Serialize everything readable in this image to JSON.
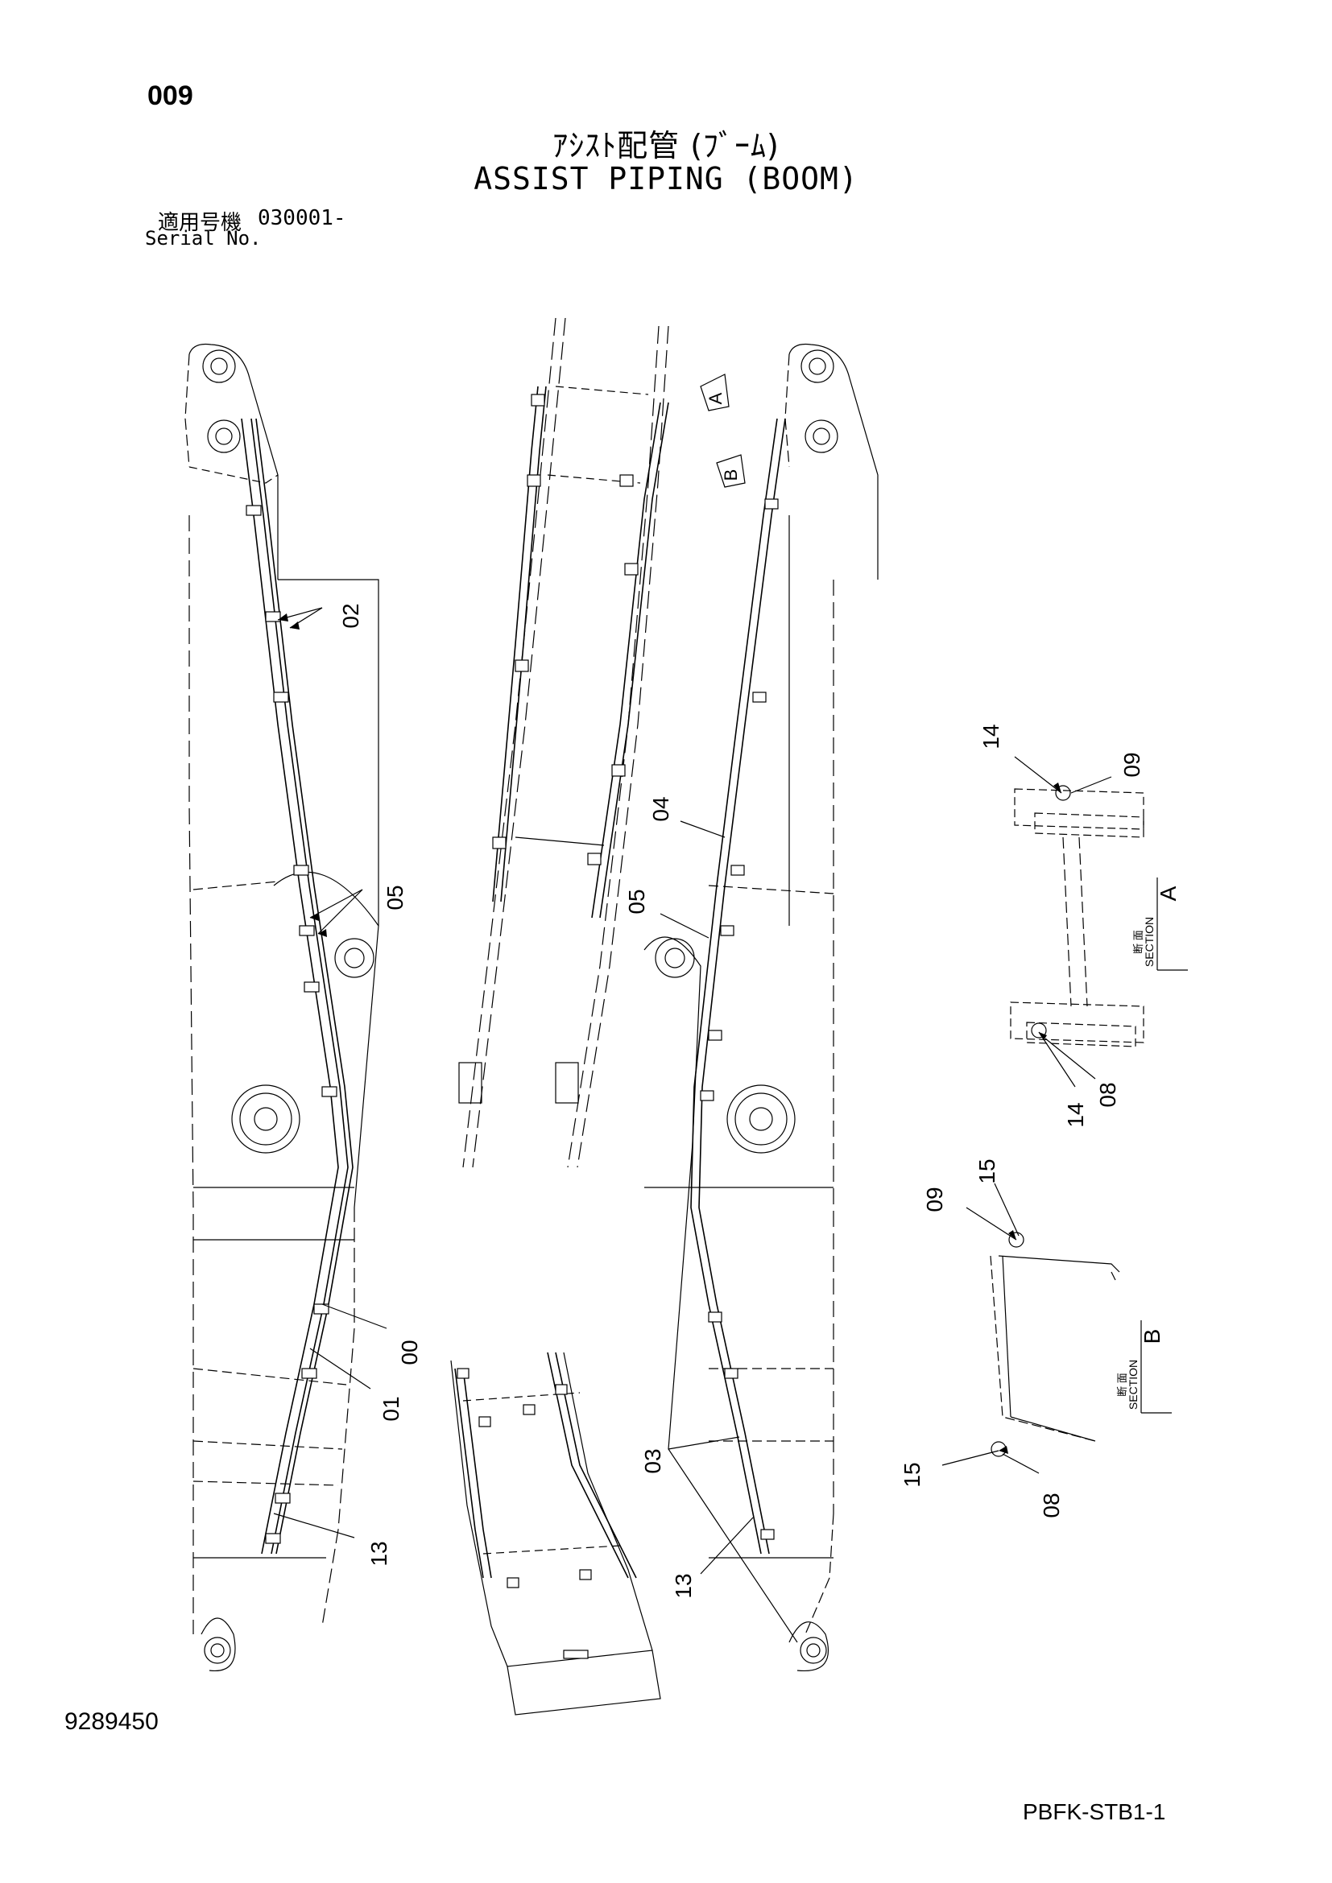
{
  "page_number": "009",
  "title_jp": "ｱｼｽﾄ配管 (ﾌﾞｰﾑ)",
  "title_en": "ASSIST PIPING (BOOM)",
  "serial": {
    "label_jp": "適用号機",
    "value": "030001-",
    "label_en": "Serial No."
  },
  "callouts": [
    "02",
    "05",
    "00",
    "01",
    "13",
    "04",
    "05",
    "03",
    "13",
    "14",
    "09",
    "14",
    "08",
    "09",
    "15",
    "15",
    "08"
  ],
  "section_a": {
    "jp": "断 面",
    "en": "SECTION",
    "letter": "A"
  },
  "section_b": {
    "jp": "断 面",
    "en": "SECTION",
    "letter": "B"
  },
  "view_marker_a": "A",
  "view_marker_b": "B",
  "drawing_number": "9289450",
  "sheet_code": "PBFK-STB1-1"
}
